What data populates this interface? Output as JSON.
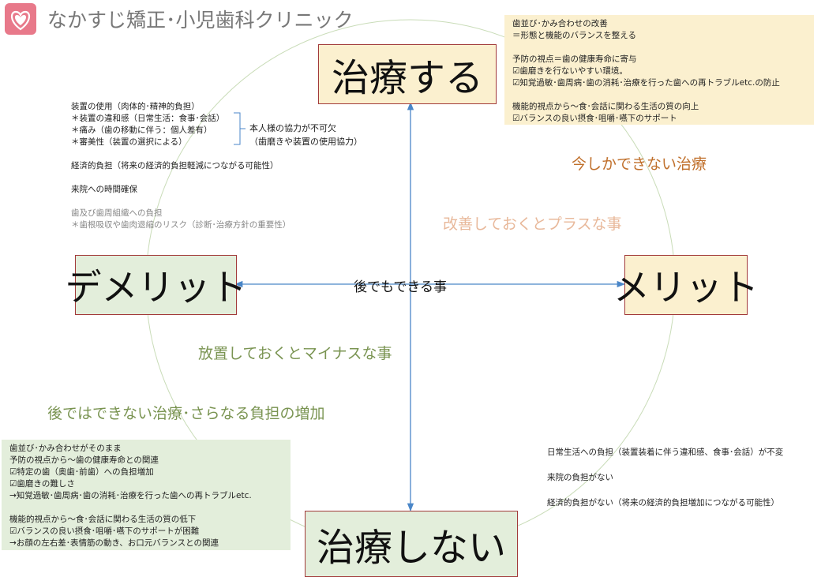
{
  "header": {
    "clinic_name": "なかすじ矯正･小児歯科クリニック",
    "logo_icon": "heart-logo-icon"
  },
  "colors": {
    "accent_pink": "#e8798a",
    "merit_fill": "#fbf0cf",
    "demerit_fill": "#e3eedb",
    "box_border": "#a23a3a",
    "arrow": "#4a86c8",
    "circle": "#c9dcb8"
  },
  "axes": {
    "top": "治療する",
    "bottom": "治療しない",
    "left": "デメリット",
    "right": "メリット"
  },
  "labels": {
    "now_only": "今しかできない治療",
    "improve_plus": "改善しておくとプラスな事",
    "later_ok": "後でもできる事",
    "leave_minus": "放置しておくとマイナスな事",
    "cannot_later": "後ではできない治療･さらなる負担の増加"
  },
  "panel_top_right": {
    "lines": [
      "歯並び･かみ合わせの改善",
      "＝形態と機能のバランスを整える",
      "",
      "予防の視点＝歯の健康寿命に寄与",
      "☑歯磨きを行ないやすい環境。",
      "☑知覚過敏･歯周病･歯の消耗･治療を行った歯への再トラブルetc.の防止",
      "",
      "機能的視点から～食･会話に関わる生活の質の向上",
      "☑バランスの良い摂食･咀嚼･嚥下のサポート"
    ]
  },
  "panel_top_left": {
    "lines": [
      "装置の使用（肉体的･精神的負担）",
      "＊装置の違和感（日常生活：食事･会話）",
      "＊痛み（歯の移動に伴う：個人差有）",
      "＊審美性（装置の選択による）",
      "",
      "経済的負担（将来の経済的負担軽減につながる可能性）",
      "",
      "来院への時間確保",
      ""
    ],
    "muted_lines": [
      "歯及び歯周組織への負担",
      "＊歯根吸収や歯肉退縮のリスク（診断･治療方針の重要性）"
    ]
  },
  "cooperation": {
    "line1": "本人様の協力が不可欠",
    "line2": "（歯磨きや装置の使用協力）"
  },
  "panel_bottom_left": {
    "lines": [
      "歯並び･かみ合わせがそのまま",
      "予防の視点から～歯の健康寿命との関連",
      "☑特定の歯（奥歯･前歯）への負担増加",
      "☑歯磨きの難しさ",
      "→知覚過敏･歯周病･歯の消耗･治療を行った歯への再トラブルetc.",
      "",
      "機能的視点から～食･会話に関わる生活の質の低下",
      "☑バランスの良い摂食･咀嚼･嚥下のサポートが困難",
      "→お顔の左右差･表情筋の動き、お口元バランスとの関連"
    ]
  },
  "panel_bottom_right": {
    "lines": [
      "日常生活への負担（装置装着に伴う違和感、食事･会話）が不変",
      "",
      "来院の負担がない",
      "",
      "経済的負担がない（将来の経済的負担増加につながる可能性）"
    ]
  }
}
